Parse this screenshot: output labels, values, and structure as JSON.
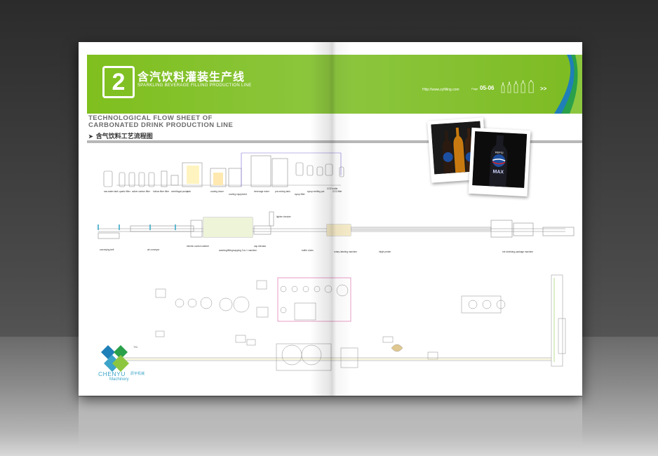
{
  "header": {
    "section_number": "2",
    "title_cn": "含汽饮料灌装生产线",
    "title_en": "SPARKLING BEVERAGE FILLING PRODUCTION LINE",
    "url": "Http://www.zyfilling.com",
    "page_label": "Page",
    "page_numbers": "05-06",
    "nav_arrows": ">>"
  },
  "heading": {
    "line1": "TECHNOLOGICAL FLOW SHEET OF",
    "line2": "CARBONATED DRINK PRODUCTION LINE",
    "cn": "含气饮料工艺流程图"
  },
  "photos": {
    "photo2_brand": "PEPSI",
    "photo2_sub": "MAX"
  },
  "logo": {
    "name": "CHENYU",
    "name_cn": "辰宇机械",
    "sub": "Machinery",
    "tm": "TM"
  },
  "diagram_labels": {
    "raw_water": "raw water tank",
    "quartz_filter": "quartz filter",
    "carbon_filter": "active carbon filter",
    "hollow_filter": "hollow fiber filter",
    "centrifugal_pump": "centrifugal pump",
    "tank": "tank",
    "cooling_tower": "cooling tower",
    "cooling_equipment": "cooling equipment",
    "beverage_mixer": "beverage mixer",
    "pre_mixing": "pre-mixing tank",
    "syrup_filter": "syrup filter",
    "syrup_melting": "syrup melting pot",
    "co2_bottle": "CO2 bottle",
    "co2_filter": "CO2 filter",
    "lighter_checker": "lighter checker",
    "conveying_belt": "conveying belt",
    "air_conveyor": "air conveyor",
    "electric_cabinet": "electric control cabinet",
    "washing_filling": "washing/filling/capping 3-in-1 machine",
    "cap_elevator": "cap elevator",
    "buffer_chain": "buffer chain",
    "rotary_labeling": "rotary labeling machine",
    "inkjet_printer": "inkjet printer",
    "shrinking_machine": "hot shrinking package machine"
  }
}
